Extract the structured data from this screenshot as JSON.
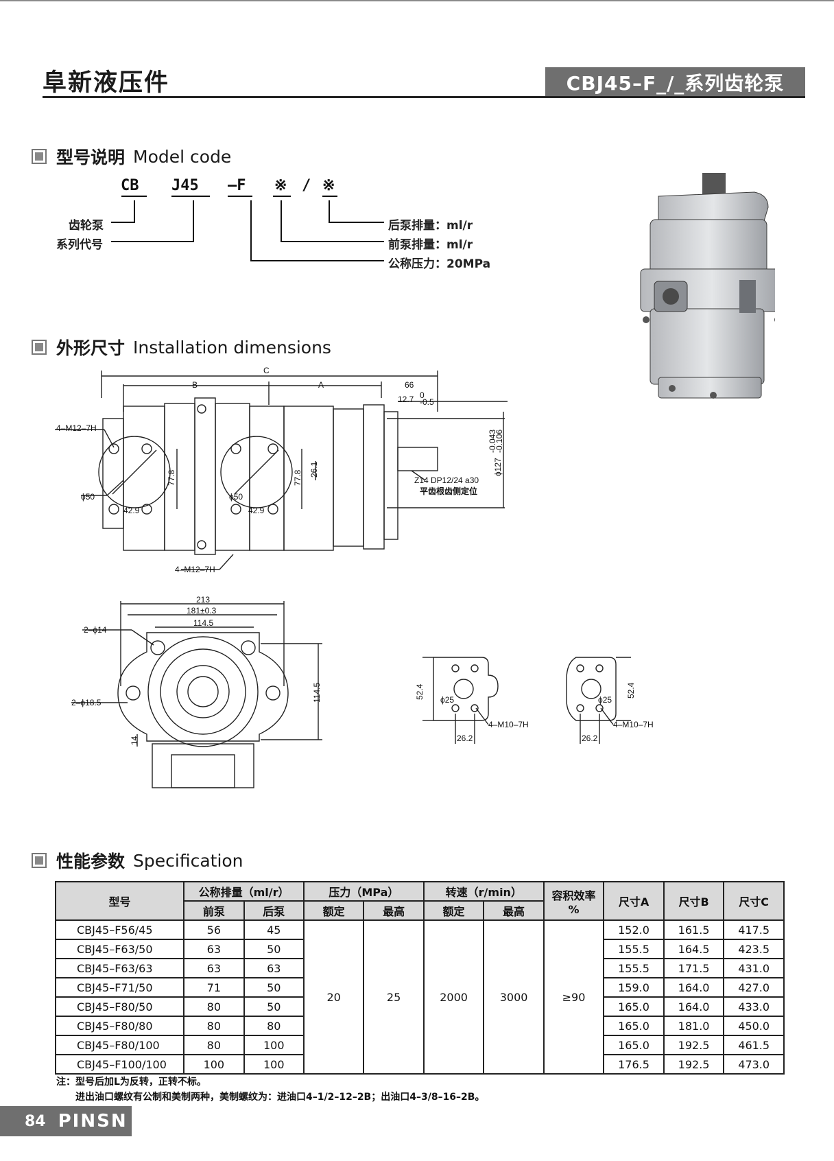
{
  "header": {
    "brand": "阜新液压件",
    "series": "CBJ45–F_/_系列齿轮泵"
  },
  "sections": {
    "model_code": {
      "cn": "型号说明",
      "en": "Model code"
    },
    "install": {
      "cn": "外形尺寸",
      "en": "Installation dimensions"
    },
    "spec": {
      "cn": "性能参数",
      "en": "Specification"
    }
  },
  "model_code": {
    "part1": "CB",
    "part2": "J45",
    "part3": "–F",
    "part4": "※",
    "slash": "/",
    "part5": "※",
    "label_gear_pump": "齿轮泵",
    "label_series": "系列代号",
    "label_rear": "后泵排量：ml/r",
    "label_front": "前泵排量：ml/r",
    "label_pressure": "公称压力：20MPa"
  },
  "dimensions": {
    "C": "C",
    "B": "B",
    "A": "A",
    "d66": "66",
    "d12_7": "12.7",
    "tol_12_7_up": "0",
    "tol_12_7_dn": "-0.5",
    "m12_top": "4–M12–7H",
    "m12_bottom": "4–M12–7H",
    "phi50_a": "ϕ50",
    "phi50_b": "ϕ50",
    "d42_9_a": "42.9",
    "d42_9_b": "42.9",
    "d77_8_a": "77.8",
    "d77_8_b": "77.8",
    "d26_1": "26.1",
    "phi127": "ϕ127",
    "tol127_up": "-0.043",
    "tol127_dn": "-0.106",
    "spline": "Z14  DP12/24  a30",
    "spline_note": "平齿根齿侧定位",
    "d213": "213",
    "d181": "181±0.3",
    "d114_5_h": "114.5",
    "d114_5_v": "114.5",
    "d14_holes": "2–ϕ14",
    "d18_5_holes": "2–ϕ18.5",
    "d14": "14",
    "flange1_524": "52.4",
    "flange1_phi25": "ϕ25",
    "flange1_m10": "4–M10–7H",
    "flange1_262": "26.2",
    "flange2_524": "52.4",
    "flange2_phi25": "ϕ25",
    "flange2_m10": "4–M10–7H",
    "flange2_262": "26.2"
  },
  "spec_table": {
    "headers": {
      "model": "型号",
      "displacement": "公称排量（ml/r）",
      "front": "前泵",
      "rear": "后泵",
      "pressure": "压力（MPa）",
      "rated": "额定",
      "max": "最高",
      "speed": "转速（r/min）",
      "speed_rated": "额定",
      "speed_max": "最高",
      "efficiency_l1": "容积效率",
      "efficiency_l2": "%",
      "dimA": "尺寸A",
      "dimB": "尺寸B",
      "dimC": "尺寸C"
    },
    "shared": {
      "rated_pressure": "20",
      "max_pressure": "25",
      "rated_speed": "2000",
      "max_speed": "3000",
      "efficiency": "≥90"
    },
    "rows": [
      {
        "model": "CBJ45–F56/45",
        "front": "56",
        "rear": "45",
        "a": "152.0",
        "b": "161.5",
        "c": "417.5"
      },
      {
        "model": "CBJ45–F63/50",
        "front": "63",
        "rear": "50",
        "a": "155.5",
        "b": "164.5",
        "c": "423.5"
      },
      {
        "model": "CBJ45–F63/63",
        "front": "63",
        "rear": "63",
        "a": "155.5",
        "b": "171.5",
        "c": "431.0"
      },
      {
        "model": "CBJ45–F71/50",
        "front": "71",
        "rear": "50",
        "a": "159.0",
        "b": "164.0",
        "c": "427.0"
      },
      {
        "model": "CBJ45–F80/50",
        "front": "80",
        "rear": "50",
        "a": "165.0",
        "b": "164.0",
        "c": "433.0"
      },
      {
        "model": "CBJ45–F80/80",
        "front": "80",
        "rear": "80",
        "a": "165.0",
        "b": "181.0",
        "c": "450.0"
      },
      {
        "model": "CBJ45–F80/100",
        "front": "80",
        "rear": "100",
        "a": "165.0",
        "b": "192.5",
        "c": "461.5"
      },
      {
        "model": "CBJ45–F100/100",
        "front": "100",
        "rear": "100",
        "a": "176.5",
        "b": "192.5",
        "c": "473.0"
      }
    ]
  },
  "notes": {
    "line1": "注：型号后加L为反转，正转不标。",
    "line2": "进出油口螺纹有公制和美制两种，美制螺纹为：进油口4–1/2–12–2B；出油口4–3/8–16–2B。"
  },
  "footer": {
    "page": "84",
    "brand": "PINSN"
  }
}
